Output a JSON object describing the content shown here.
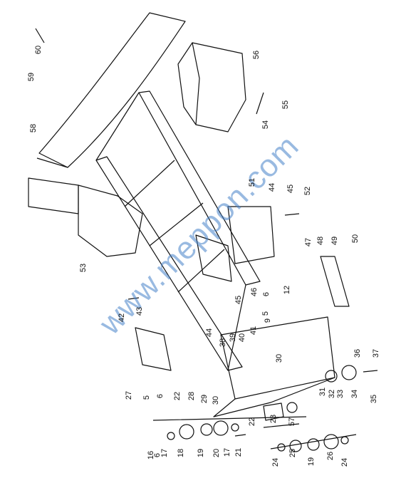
{
  "diagram": {
    "watermark": "www.meppon.com",
    "ink_color": "#111111",
    "watermark_color": "#4682c8",
    "part_labels": [
      "60",
      "59",
      "58",
      "56",
      "55",
      "54",
      "53",
      "52",
      "51",
      "50",
      "49",
      "48",
      "47",
      "46",
      "45",
      "45",
      "44",
      "44",
      "43",
      "42",
      "41",
      "40",
      "39",
      "38",
      "37",
      "36",
      "35",
      "34",
      "33",
      "32",
      "31",
      "30",
      "30",
      "29",
      "28",
      "27",
      "26",
      "25",
      "24",
      "24",
      "23",
      "22",
      "22",
      "21",
      "20",
      "19",
      "19",
      "18",
      "17",
      "17",
      "16",
      "12",
      "9",
      "6",
      "6",
      "6",
      "5",
      "5",
      "57"
    ]
  }
}
